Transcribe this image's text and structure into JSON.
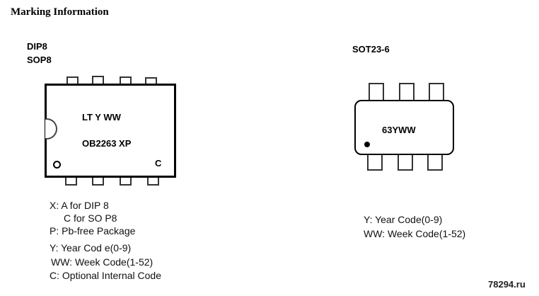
{
  "title": "Marking Information",
  "dip": {
    "packages": [
      "DIP8",
      "SOP8"
    ],
    "marking_line1": "LT  Y WW",
    "marking_line2": "OB2263 XP",
    "corner_code": "C",
    "legend": [
      "X:  A for DIP 8",
      "C for SO P8",
      "P: Pb-free Package",
      "Y: Year Cod e(0-9)",
      "WW: Week Code(1-52)",
      "C: Optional Internal Code"
    ]
  },
  "sot": {
    "package": "SOT23-6",
    "marking": "63YWW",
    "legend": [
      "Y: Year Code(0-9)",
      "WW: Week Code(1-52)"
    ]
  },
  "watermark": "78294.ru"
}
